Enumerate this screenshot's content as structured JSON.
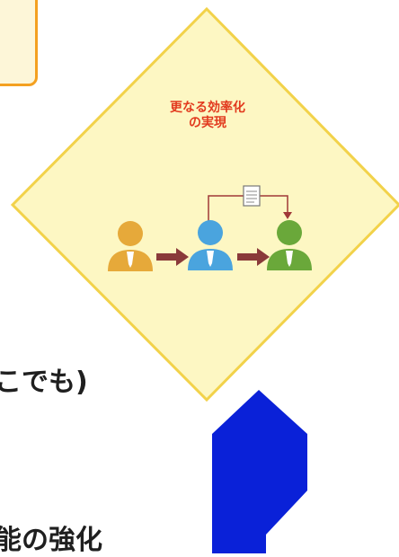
{
  "diamond": {
    "title_line1": "更なる効率化",
    "title_line2": "の実現",
    "icons": [
      "person-orange-icon",
      "arrow-right-icon",
      "person-blue-icon",
      "arrow-right-icon",
      "person-green-icon",
      "document-icon"
    ]
  },
  "text": {
    "cut_line_1": "こでも)",
    "cut_line_2": "能の強化"
  },
  "colors": {
    "diamond_fill": "#fdf7c3",
    "diamond_border": "#f2d24a",
    "orange_border": "#f4a020",
    "title_red": "#e23a1e",
    "big_arrow": "#0a21d8",
    "person_orange": "#e6a93a",
    "person_blue": "#4aa4de",
    "person_green": "#6aa83a",
    "flow_arrow": "#8a3a3a"
  }
}
